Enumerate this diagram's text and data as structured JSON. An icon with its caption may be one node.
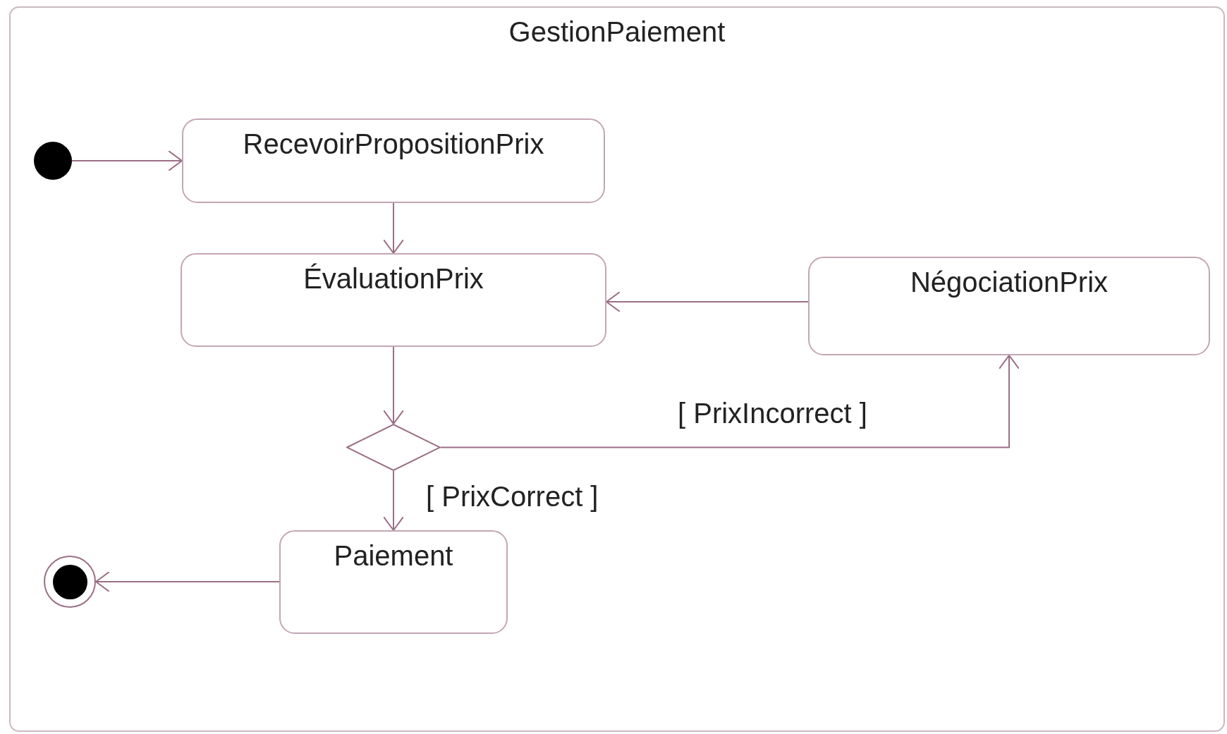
{
  "diagram": {
    "nodes": [
      {
        "text": [
          "GestionPaiement"
        ]
      },
      {
        "text": [],
        "shape": "circle",
        "in": 0
      },
      {
        "text": [
          "RecevoirPropositionPrix"
        ],
        "in": 0
      },
      {
        "text": [
          "ÉvaluationPrix"
        ],
        "in": 0
      },
      {
        "text": [
          "NégociationPrix"
        ],
        "in": 0
      },
      {
        "text": [],
        "shape": "diamond",
        "in": 0
      },
      {
        "text": [
          "Paiement"
        ],
        "in": 0
      },
      {
        "text": [],
        "shape": "circle",
        "in": 0
      }
    ],
    "edges": [
      {
        "from": 1,
        "to": 2,
        "arrow": "to"
      },
      {
        "from": 2,
        "to": 3,
        "arrow": "to"
      },
      {
        "from": 4,
        "to": 3,
        "arrow": "to"
      },
      {
        "from": 3,
        "to": 5,
        "arrow": "to"
      },
      {
        "from": 5,
        "to": 4,
        "arrow": "to",
        "label": "[ PrixIncorrect ]"
      },
      {
        "from": 5,
        "to": 6,
        "arrow": "to",
        "label": "[ PrixCorrect ]"
      },
      {
        "from": 6,
        "to": 7,
        "arrow": "to"
      }
    ]
  }
}
